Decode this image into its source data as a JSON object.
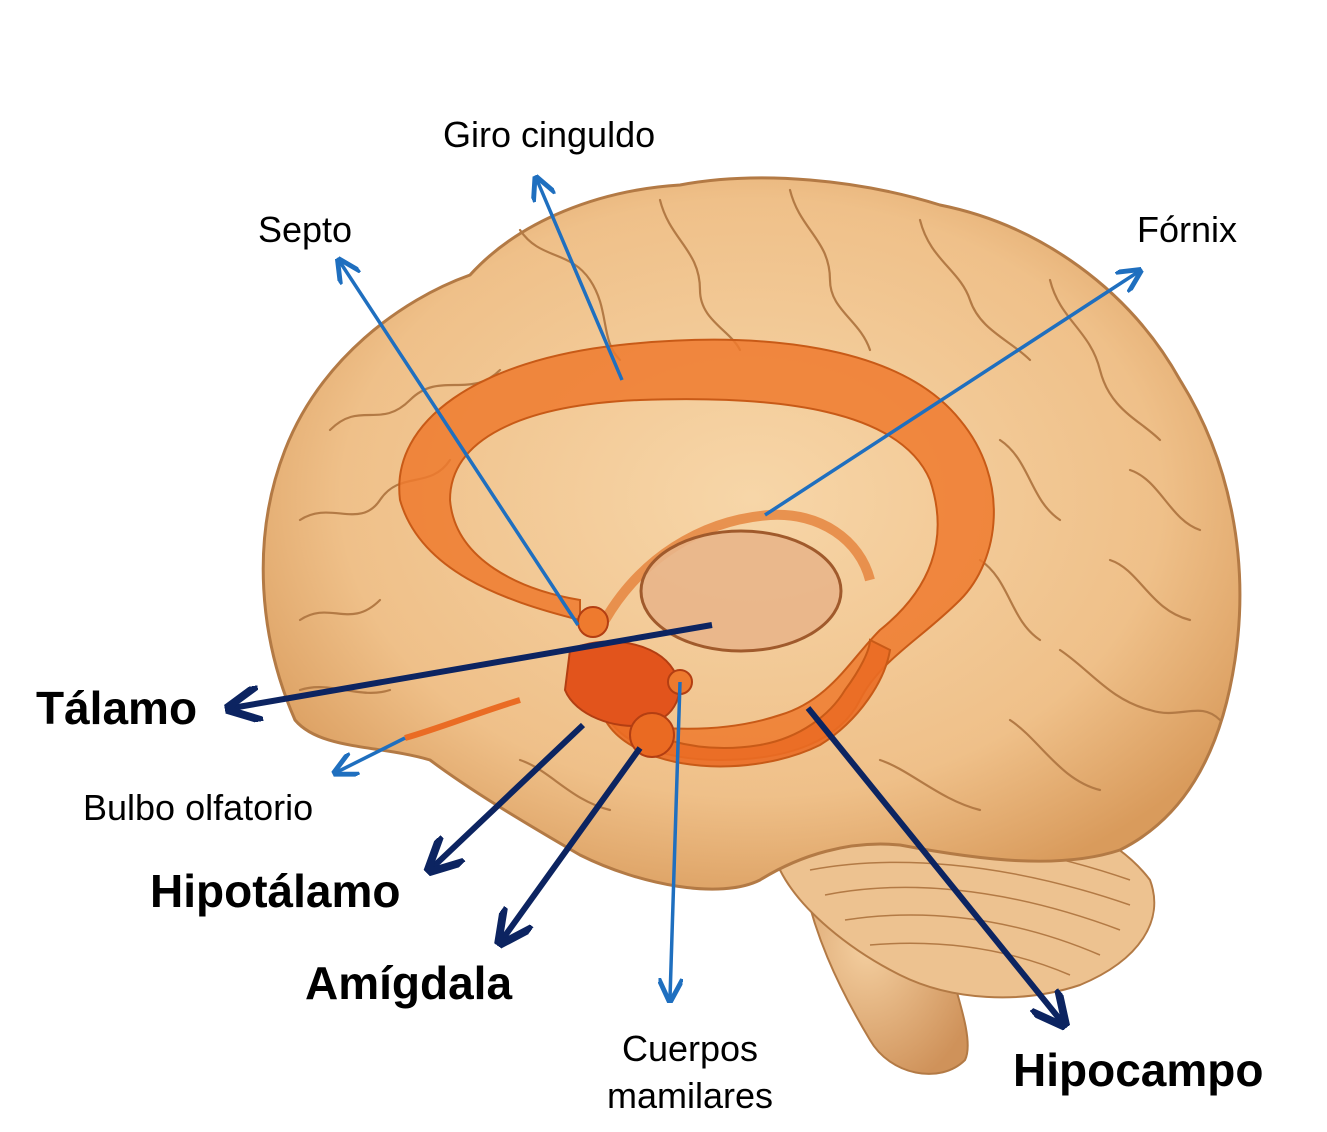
{
  "labels": {
    "giro_cingulado": "Giro cinguldo",
    "septo": "Septo",
    "fornix": "Fórnix",
    "talamo": "Tálamo",
    "bulbo_olfatorio": "Bulbo olfatorio",
    "hipotalamo": "Hipotálamo",
    "amigdala": "Amígdala",
    "cuerpos_mamilares_line1": "Cuerpos",
    "cuerpos_mamilares_line2": "mamilares",
    "hipocampo": "Hipocampo"
  },
  "colors": {
    "brain": "#f0c48f",
    "brain_shadow": "#d9a063",
    "gyri_line": "#b37a45",
    "limbic": "#ee7a2e",
    "thalamus_fill": "#e9b58a",
    "thalamus_outline": "#a05a2c",
    "arrow_light": "#1f6fbf",
    "arrow_dark": "#0c2461"
  }
}
